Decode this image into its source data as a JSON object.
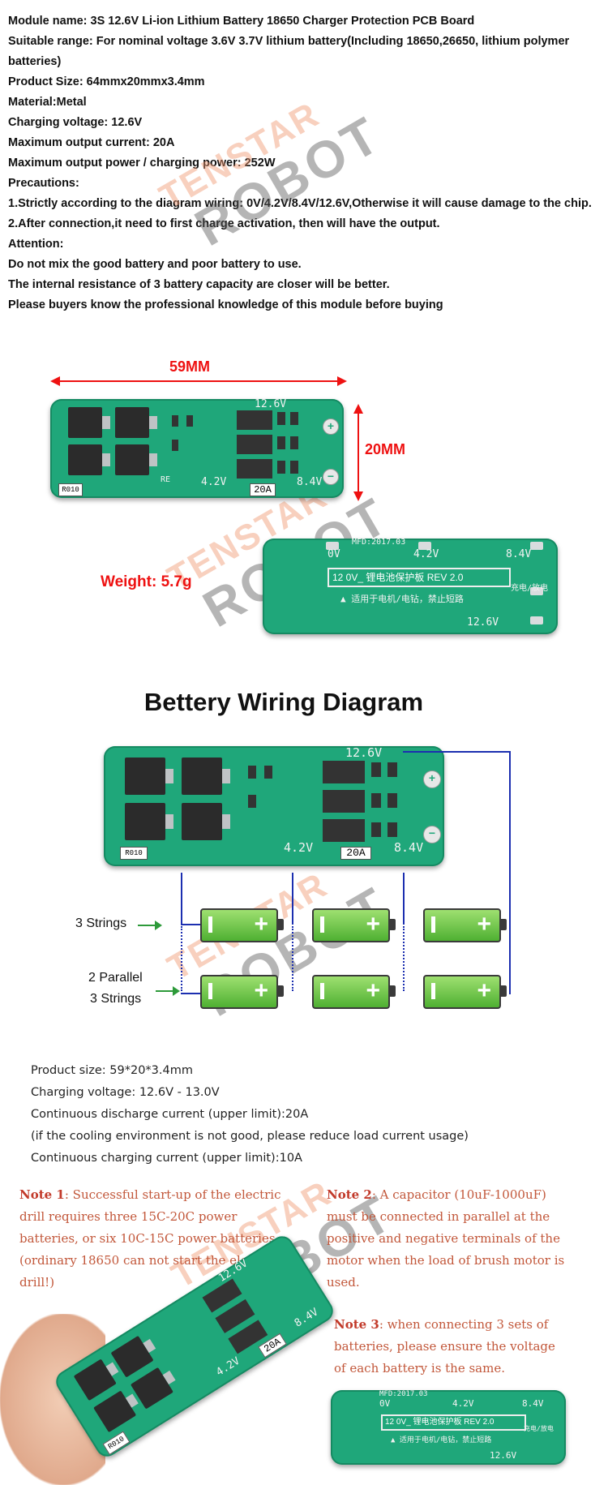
{
  "specs": {
    "lines": [
      "Module name: 3S 12.6V Li-ion Lithium Battery 18650 Charger Protection PCB Board",
      "Suitable range: For nominal voltage 3.6V 3.7V lithium battery(Including 18650,26650, lithium polymer batteries)",
      "Product Size: 64mmx20mmx3.4mm",
      "Material:Metal",
      "Charging voltage: 12.6V",
      "Maximum output current: 20A",
      "Maximum output power / charging power: 252W",
      "Precautions:",
      "1.Strictly according to the diagram wiring: 0V/4.2V/8.4V/12.6V,Otherwise it will cause damage to the chip.",
      "2.After connection,it need to first charge activation, then will have the output.",
      "Attention:",
      "Do not mix the good battery and poor battery to use.",
      "The internal resistance of 3 battery capacity are closer will be better.",
      "Please buyers know the professional knowledge of this module before buying"
    ]
  },
  "watermark": {
    "line1": "TENSTAR",
    "line2": "ROBOT"
  },
  "dimensions": {
    "width": "59MM",
    "height": "20MM",
    "weight": "Weight: 5.7g"
  },
  "board": {
    "label_top": "12.6V",
    "label_42": "4.2V",
    "label_84": "8.4V",
    "label_current": "20A",
    "resistor": "R010",
    "plus": "+",
    "minus": "−",
    "re": "RE"
  },
  "board_back": {
    "mfd": "MFD:2017.03",
    "l0v": "0V",
    "l42": "4.2V",
    "l84": "8.4V",
    "l126": "12.6V",
    "box": "12 0V_ 锂电池保护板 REV 2.0",
    "charge": "充电/放电",
    "warning": "▲ 适用于电机/电钻，禁止短路"
  },
  "diagram": {
    "title": "Bettery Wiring Diagram",
    "label_strings": "3 Strings",
    "label_parallel_1": "2 Parallel",
    "label_parallel_2": "3 Strings",
    "bat_plus": "+"
  },
  "product_info": {
    "lines": [
      "Product size: 59*20*3.4mm",
      "Charging voltage: 12.6V - 13.0V",
      "Continuous discharge current (upper limit):20A",
      "(if the cooling environment is not good, please reduce load current usage)",
      "Continuous charging current (upper limit):10A"
    ]
  },
  "notes": {
    "note1_title": "Note 1",
    "note1_text": ": Successful start-up of the electric drill requires three 15C-20C power batteries, or six 10C-15C power batteries (ordinary 18650 can not start the electric drill!)",
    "note2_title": "Note 2",
    "note2_text": ": A capacitor (10uF-1000uF) must be connected in parallel at the positive and negative terminals of the motor when the load of brush motor is used.",
    "note3_title": "Note 3",
    "note3_text": ": when connecting 3 sets of batteries, please ensure the voltage of each battery is the same."
  },
  "colors": {
    "accent_red": "#e11111",
    "wire_blue": "#1c2fb0",
    "pcb_green": "#1fa77a",
    "note_red": "#c2573a"
  }
}
